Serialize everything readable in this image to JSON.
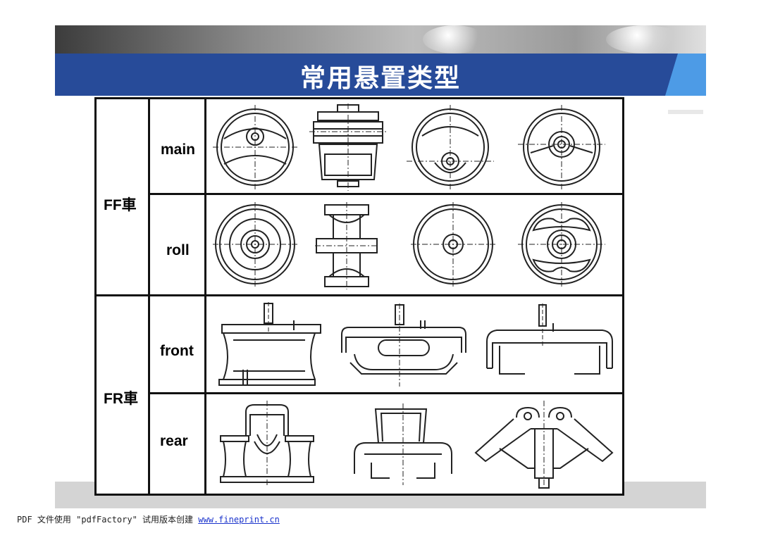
{
  "slide": {
    "title": "常用悬置类型"
  },
  "table": {
    "categories": [
      {
        "label": "FF車",
        "rows": [
          "main",
          "roll"
        ]
      },
      {
        "label": "FR車",
        "rows": [
          "front",
          "rear"
        ]
      }
    ],
    "drawings": {
      "main": [
        "round-mount-icon",
        "cylindrical-mount-side-icon",
        "round-mount-offset-hole-icon",
        "round-mount-center-bush-icon"
      ],
      "roll": [
        "concentric-bush-icon",
        "spool-bush-side-icon",
        "round-bush-icon",
        "oval-window-bush-icon"
      ],
      "front": [
        "bracket-mount-drum-icon",
        "bracket-mount-slot-icon",
        "bracket-mount-channel-icon"
      ],
      "rear": [
        "rear-mount-double-drum-icon",
        "rear-mount-frame-icon",
        "rear-mount-wing-icon"
      ]
    }
  },
  "footer": {
    "prefix": "PDF 文件使用 \"pdfFactory\" 试用版本创建",
    "link_text": "www.fineprint.cn"
  }
}
